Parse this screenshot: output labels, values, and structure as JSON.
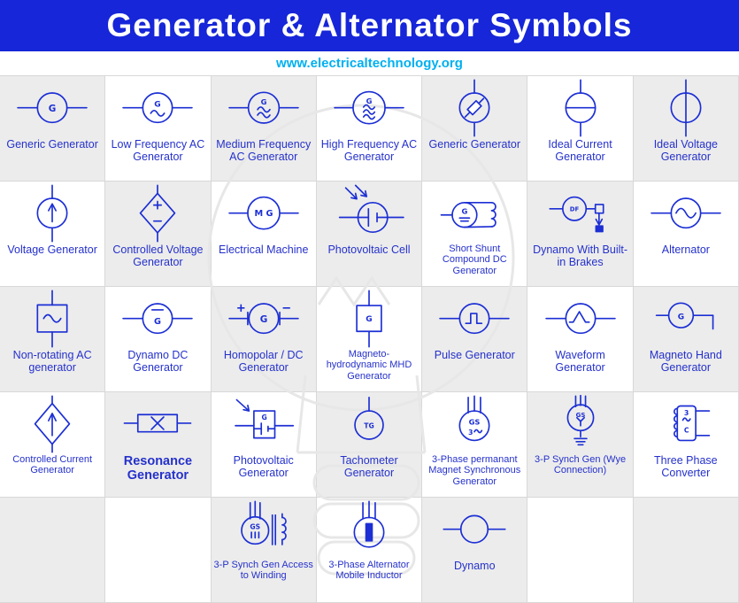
{
  "header": {
    "title": "Generator & Alternator Symbols",
    "website": "www.electricaltechnology.org"
  },
  "colors": {
    "accent": "#1c2fd4",
    "header_bg": "#1626d8",
    "link": "#00b0f0",
    "label": "#2531cb",
    "cell_alt": "#ececec",
    "grid_line": "#d8d8d8"
  },
  "grid": {
    "columns": 7,
    "rows": [
      [
        {
          "label": "Generic Generator",
          "symbol": "generic-generator"
        },
        {
          "label": "Low Frequency AC Generator",
          "symbol": "low-frequency-ac-generator"
        },
        {
          "label": "Medium Frequency AC Generator",
          "symbol": "medium-frequency-ac-generator"
        },
        {
          "label": "High Frequency AC Generator",
          "symbol": "high-frequency-ac-generator"
        },
        {
          "label": "Generic Generator",
          "symbol": "generic-generator-alt"
        },
        {
          "label": "Ideal  Current Generator",
          "symbol": "ideal-current-generator"
        },
        {
          "label": "Ideal  Voltage Generator",
          "symbol": "ideal-voltage-generator"
        }
      ],
      [
        {
          "label": "Voltage Generator",
          "symbol": "voltage-generator"
        },
        {
          "label": "Controlled Voltage Generator",
          "symbol": "controlled-voltage-generator"
        },
        {
          "label": "Electrical Machine",
          "symbol": "electrical-machine"
        },
        {
          "label": "Photovoltaic Cell",
          "symbol": "photovoltaic-cell"
        },
        {
          "label": "Short Shunt Compound DC Generator",
          "symbol": "short-shunt-compound-dc-generator",
          "size": "small"
        },
        {
          "label": "Dynamo With Built-in Brakes",
          "symbol": "dynamo-with-brakes"
        },
        {
          "label": "Alternator",
          "symbol": "alternator"
        }
      ],
      [
        {
          "label": "Non-rotating AC generator",
          "symbol": "non-rotating-ac-generator"
        },
        {
          "label": "Dynamo DC Generator",
          "symbol": "dynamo-dc-generator"
        },
        {
          "label": "Homopolar / DC Generator",
          "symbol": "homopolar-dc-generator"
        },
        {
          "label": "Magneto-hydrodynamic MHD Generator",
          "symbol": "mhd-generator",
          "size": "small"
        },
        {
          "label": "Pulse Generator",
          "symbol": "pulse-generator"
        },
        {
          "label": "Waveform Generator",
          "symbol": "waveform-generator"
        },
        {
          "label": "Magneto Hand Generator",
          "symbol": "magneto-hand-generator"
        }
      ],
      [
        {
          "label": "Controlled Current Generator",
          "symbol": "controlled-current-generator",
          "size": "small"
        },
        {
          "label": "Resonance Generator",
          "symbol": "resonance-generator",
          "size": "big"
        },
        {
          "label": "Photovoltaic Generator",
          "symbol": "photovoltaic-generator"
        },
        {
          "label": "Tachometer Generator",
          "symbol": "tachometer-generator"
        },
        {
          "label": "3-Phase permanant Magnet Synchronous Generator",
          "symbol": "three-phase-pm-synchronous-generator",
          "size": "small"
        },
        {
          "label": "3-P Synch Gen (Wye Connection)",
          "symbol": "three-phase-synch-gen-wye",
          "size": "small"
        },
        {
          "label": "Three Phase Converter",
          "symbol": "three-phase-converter"
        }
      ],
      [
        {
          "label": "",
          "symbol": ""
        },
        {
          "label": "",
          "symbol": ""
        },
        {
          "label": "3-P Synch Gen Access to Winding",
          "symbol": "three-phase-synch-gen-winding",
          "size": "small"
        },
        {
          "label": "3-Phase Alternator Mobile Inductor",
          "symbol": "three-phase-alternator-mobile-inductor",
          "size": "small"
        },
        {
          "label": "Dynamo",
          "symbol": "dynamo"
        },
        {
          "label": "",
          "symbol": ""
        },
        {
          "label": "",
          "symbol": ""
        }
      ]
    ]
  }
}
